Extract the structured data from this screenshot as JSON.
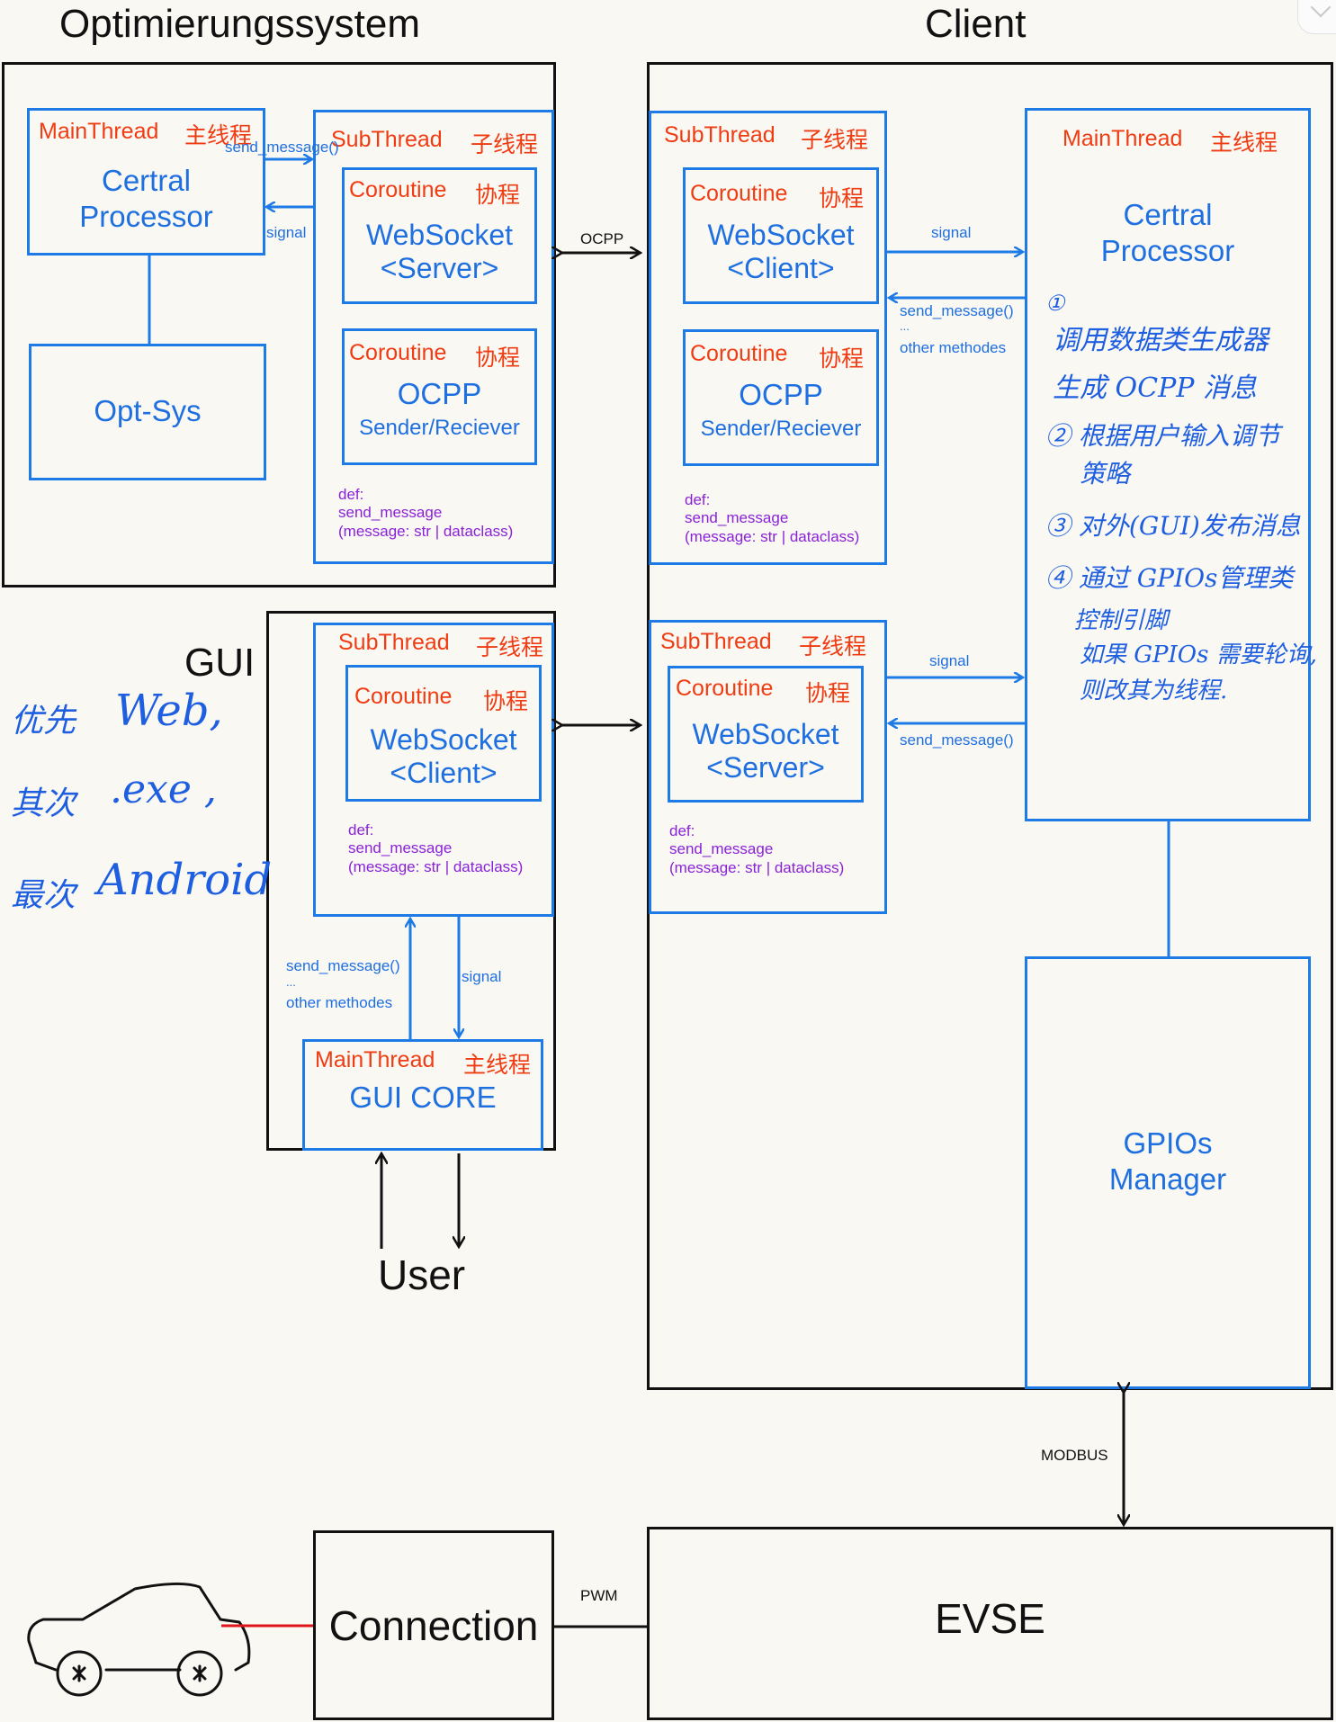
{
  "headers": {
    "optimization": "Optimierungssystem",
    "client": "Client",
    "gui": "GUI",
    "user": "User"
  },
  "opt": {
    "main_thread": "MainThread",
    "main_thread_cn": "主线程",
    "central": [
      "Certral",
      "Processor"
    ],
    "opt_sys": "Opt-Sys",
    "send_message": "send_message()",
    "signal": "signal",
    "sub_thread": "SubThread",
    "sub_thread_cn": "子线程",
    "co1_label": "Coroutine",
    "co_cn": "协程",
    "co1_body": [
      "WebSocket",
      "<Server>"
    ],
    "co2_body_title": "OCPP",
    "co2_body_sub": "Sender/Reciever",
    "def": [
      "def:",
      "send_message",
      "(message: str | dataclass)"
    ]
  },
  "link_ocpp": "OCPP",
  "client_top": {
    "sub_thread": "SubThread",
    "sub_thread_cn": "子线程",
    "co_label": "Coroutine",
    "co_cn": "协程",
    "co1_body": [
      "WebSocket",
      "<Client>"
    ],
    "co2_body_title": "OCPP",
    "co2_body_sub": "Sender/Reciever",
    "def": [
      "def:",
      "send_message",
      "(message: str | dataclass)"
    ],
    "signal": "signal",
    "send_message": "send_message()",
    "dots": "...",
    "other": "other methodes"
  },
  "client_main": {
    "main_thread": "MainThread",
    "main_thread_cn": "主线程",
    "central": [
      "Certral",
      "Processor"
    ],
    "notes": [
      "①",
      "调用数据类生成器",
      "生成 OCPP 消息",
      "② 根据用户输入调节",
      "策略",
      "③ 对外(GUI)发布消息",
      "④ 通过 GPIOs管理类",
      "控制引脚",
      "如果 GPIOs 需要轮询,",
      "则改其为线程."
    ]
  },
  "client_mid": {
    "sub_thread": "SubThread",
    "sub_thread_cn": "子线程",
    "co_label": "Coroutine",
    "co_cn": "协程",
    "co_body": [
      "WebSocket",
      "<Server>"
    ],
    "def": [
      "def:",
      "send_message",
      "(message: str | dataclass)"
    ],
    "signal": "signal",
    "send_message": "send_message()"
  },
  "gui": {
    "sub_thread": "SubThread",
    "sub_thread_cn": "子线程",
    "co_label": "Coroutine",
    "co_cn": "协程",
    "co_body": [
      "WebSocket",
      "<Client>"
    ],
    "def": [
      "def:",
      "send_message",
      "(message: str | dataclass)"
    ],
    "send_message": "send_message()",
    "dots": "...",
    "other": "other methodes",
    "signal": "signal",
    "main_thread": "MainThread",
    "main_thread_cn": "主线程",
    "core": "GUI CORE"
  },
  "handwritten": {
    "line1_cn": "优先",
    "line1": "Web,",
    "line2_cn": "其次",
    "line2": ".exe ,",
    "line3_cn": "最次",
    "line3": "Android"
  },
  "gpios": [
    "GPIOs",
    "Manager"
  ],
  "modbus": "MODBUS",
  "connection": "Connection",
  "pwm": "PWM",
  "evse": "EVSE"
}
